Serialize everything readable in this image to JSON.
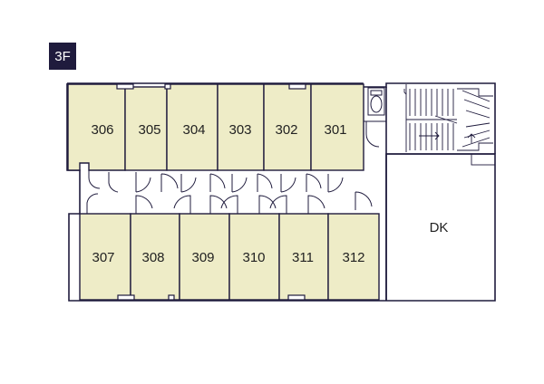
{
  "floor": {
    "label": "3F"
  },
  "colors": {
    "room_fill": "#eeecc7",
    "wall": "#1f1b3d",
    "badge": "#1f1b3d",
    "background": "#ffffff"
  },
  "rooms_top": [
    "306",
    "305",
    "304",
    "303",
    "302",
    "301"
  ],
  "rooms_bottom": [
    "307",
    "308",
    "309",
    "310",
    "311",
    "312"
  ],
  "dk": {
    "label": "DK"
  }
}
